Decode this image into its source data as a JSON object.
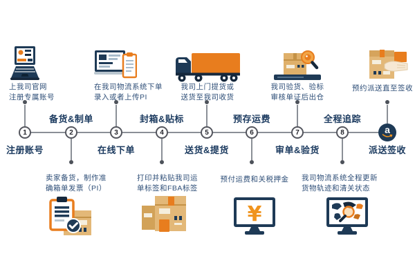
{
  "palette": {
    "navy": "#1e3a56",
    "navy_dark": "#16283c",
    "orange": "#e87d1e",
    "orange_bright": "#f0941e",
    "cardboard": "#e3b878",
    "line_gray": "#8a8f96",
    "text_navy": "#2f4f78",
    "label_navy": "#1b3a5f"
  },
  "timeline": {
    "nodes": [
      {
        "number": "1",
        "label": "注册账号"
      },
      {
        "number": "2",
        "label": "备货&制单"
      },
      {
        "number": "3",
        "label": "在线下单"
      },
      {
        "number": "4",
        "label": "封箱&贴标"
      },
      {
        "number": "5",
        "label": "送货&提货"
      },
      {
        "number": "6",
        "label": "预存运费"
      },
      {
        "number": "7",
        "label": "审单&验货"
      },
      {
        "number": "8",
        "label": "全程追踪"
      },
      {
        "number": "a",
        "label": "派送签收"
      }
    ]
  },
  "top_items": [
    {
      "icon": "laptop-icon",
      "lines": [
        "上我司官网",
        "注册专属账号"
      ]
    },
    {
      "icon": "laptop-order-icon",
      "lines": [
        "在我司物流系统下单",
        "录入或者上传PI"
      ]
    },
    {
      "icon": "truck-icon",
      "lines": [
        "我司上门提货或",
        "送货至我司收货"
      ]
    },
    {
      "icon": "box-inspect-icon",
      "lines": [
        "我司验货、验标",
        "审核单证后出仓"
      ]
    },
    {
      "icon": "parcel-handover-icon",
      "lines": [
        "预约派送直至签收"
      ]
    }
  ],
  "bottom_items": [
    {
      "icon": "clipboard-check-box-icon",
      "lines": [
        "卖家备货，制作准",
        "确箱单发票（PI）"
      ]
    },
    {
      "icon": "labeled-boxes-icon",
      "lines": [
        "打印并粘贴我司运",
        "单标签和FBA标签"
      ]
    },
    {
      "icon": "monitor-payment-icon",
      "lines": [
        "预付运费和关税押金"
      ]
    },
    {
      "icon": "monitor-tracking-icon",
      "lines": [
        "我司物流系统全程更新",
        "货物轨迹和清关状态"
      ]
    }
  ],
  "amazon": {
    "letter": "a"
  }
}
